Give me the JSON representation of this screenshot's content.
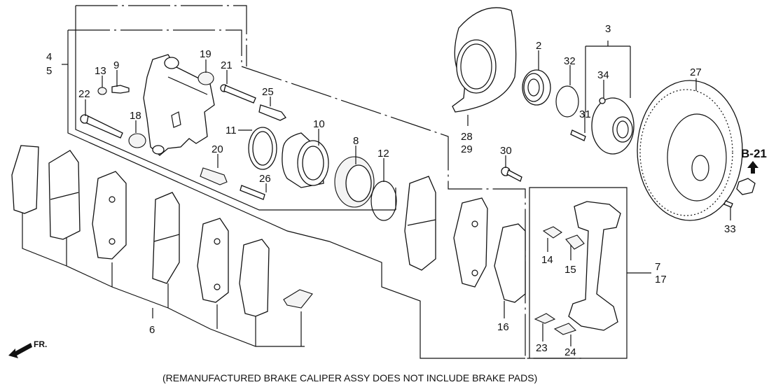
{
  "diagram": {
    "title": "Front Brake Caliper / Hub / Rotor Exploded View",
    "footnote": "(REMANUFACTURED BRAKE CALIPER ASSY  DOES NOT INCLUDE BRAKE PADS)",
    "direction_label": "FR.",
    "reference": {
      "label": "B-21",
      "icon": "arrow-up-icon"
    },
    "callouts": [
      {
        "id": "c2",
        "text": "2"
      },
      {
        "id": "c3",
        "text": "3"
      },
      {
        "id": "c4",
        "text": "4"
      },
      {
        "id": "c5",
        "text": "5"
      },
      {
        "id": "c6",
        "text": "6"
      },
      {
        "id": "c7",
        "text": "7"
      },
      {
        "id": "c8",
        "text": "8"
      },
      {
        "id": "c9",
        "text": "9"
      },
      {
        "id": "c10",
        "text": "10"
      },
      {
        "id": "c11",
        "text": "11"
      },
      {
        "id": "c12",
        "text": "12"
      },
      {
        "id": "c13",
        "text": "13"
      },
      {
        "id": "c14",
        "text": "14"
      },
      {
        "id": "c15",
        "text": "15"
      },
      {
        "id": "c16",
        "text": "16"
      },
      {
        "id": "c17",
        "text": "17"
      },
      {
        "id": "c18",
        "text": "18"
      },
      {
        "id": "c19",
        "text": "19"
      },
      {
        "id": "c20",
        "text": "20"
      },
      {
        "id": "c21",
        "text": "21"
      },
      {
        "id": "c22",
        "text": "22"
      },
      {
        "id": "c23",
        "text": "23"
      },
      {
        "id": "c24",
        "text": "24"
      },
      {
        "id": "c25",
        "text": "25"
      },
      {
        "id": "c26",
        "text": "26"
      },
      {
        "id": "c27",
        "text": "27"
      },
      {
        "id": "c28",
        "text": "28"
      },
      {
        "id": "c29",
        "text": "29"
      },
      {
        "id": "c30",
        "text": "30"
      },
      {
        "id": "c31",
        "text": "31"
      },
      {
        "id": "c32",
        "text": "32"
      },
      {
        "id": "c33",
        "text": "33"
      },
      {
        "id": "c34",
        "text": "34"
      }
    ],
    "parts": [
      "caliper-body",
      "piston",
      "piston-seal",
      "piston-boot",
      "boot-retainer-ring",
      "bleeder-screw",
      "bleeder-cap",
      "slide-pin-bolt",
      "slide-pin",
      "pin-boot",
      "brake-pads",
      "pad-shims",
      "pad-wear-indicator",
      "caliper-bracket",
      "pad-retainer-clips",
      "splash-guard",
      "wheel-bearing",
      "snap-ring",
      "hub",
      "hub-bolt",
      "brake-rotor",
      "rotor-screw",
      "hub-nut"
    ]
  }
}
